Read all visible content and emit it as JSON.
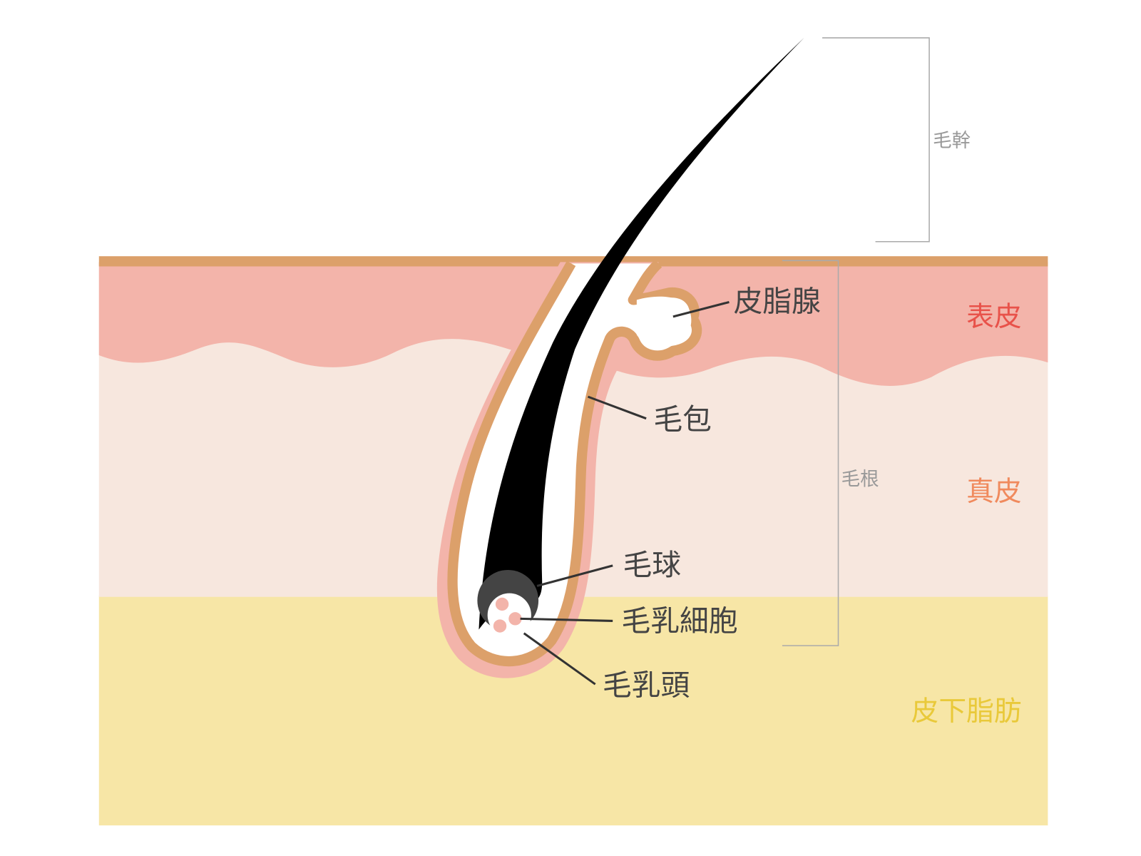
{
  "labels": {
    "sebaceous_gland": "皮脂腺",
    "follicle": "毛包",
    "hair_bulb": "毛球",
    "papilla_cells": "毛乳細胞",
    "dermal_papilla": "毛乳頭",
    "hair_shaft": "毛幹",
    "hair_root": "毛根",
    "epidermis": "表皮",
    "dermis": "真皮",
    "subcutaneous_fat": "皮下脂肪"
  },
  "colors": {
    "epidermis": "#f3b4aa",
    "dermis": "#f7e7de",
    "fat": "#f7e6a6",
    "sheath": "#dca06a",
    "epidermis_label": "#e8524a",
    "dermis_label": "#f08a5d",
    "fat_label": "#e9c93a"
  }
}
